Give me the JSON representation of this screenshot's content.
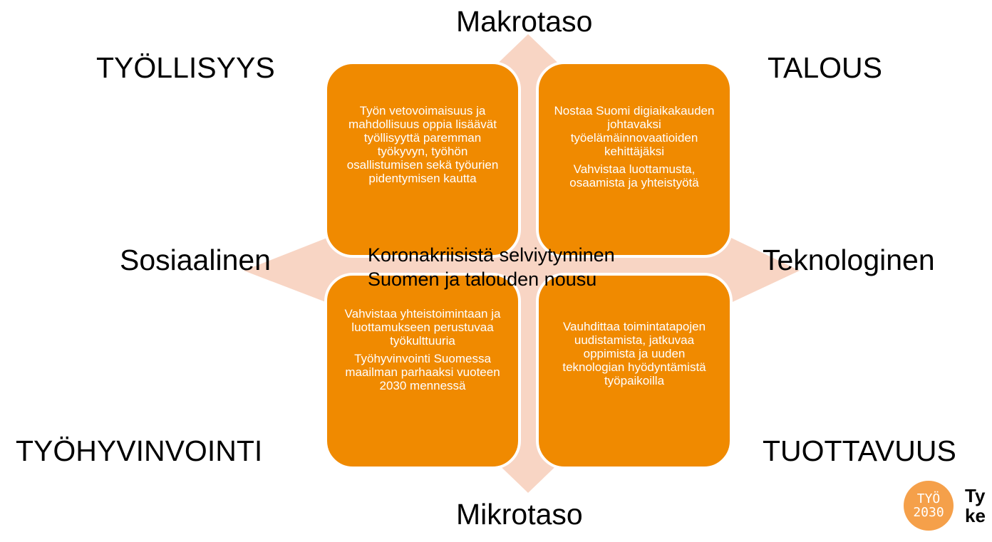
{
  "axes": {
    "top": "Makrotaso",
    "bottom": "Mikrotaso",
    "left": "Sosiaalinen",
    "right": "Teknologinen"
  },
  "corners": {
    "top_left": "TYÖLLISYYS",
    "top_right": "TALOUS",
    "bottom_left": "TYÖHYVINVOINTI",
    "bottom_right": "TUOTTAVUUS"
  },
  "quadrants": {
    "top_left": {
      "paragraphs": [
        "Työn vetovoimaisuus ja mahdollisuus oppia lisäävät työllisyyttä paremman työkyvyn, työhön osallistumisen sekä työurien pidentymisen kautta"
      ]
    },
    "top_right": {
      "paragraphs": [
        "Nostaa Suomi digiaikakauden johtavaksi työelämäinnovaatioiden kehittäjäksi",
        "Vahvistaa luottamusta, osaamista ja yhteistyötä"
      ]
    },
    "bottom_left": {
      "paragraphs": [
        "Vahvistaa yhteistoimintaan ja luottamukseen perustuvaa työkulttuuria",
        "Työhyvinvointi Suomessa maailman parhaaksi vuoteen 2030 mennessä"
      ]
    },
    "bottom_right": {
      "paragraphs": [
        "Vauhdittaa toimintatapojen uudistamista, jatkuvaa oppimista ja uuden teknologian hyödyntämistä työpaikoilla"
      ]
    }
  },
  "center": {
    "line1": "Koronakriisistä selviytyminen",
    "line2": "Suomen ja talouden nousu"
  },
  "logo": {
    "badge_line1": "TYÖ",
    "badge_line2": "2030",
    "word1": "Ty",
    "word2": "ke"
  },
  "colors": {
    "quadrant": "#f08a00",
    "arrow": "#f8d5c4",
    "logo_badge": "#f5a04a"
  }
}
